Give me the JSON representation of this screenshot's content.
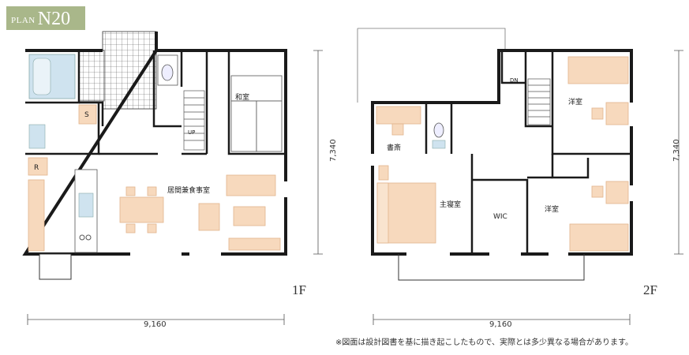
{
  "plan": {
    "prefix": "PLAN",
    "number": "N20"
  },
  "floors": {
    "first": {
      "label": "1F",
      "width_dim": "9,160",
      "depth_dim": "7,340",
      "rooms": {
        "japanese": "和室",
        "living": "居間兼食事室",
        "up": "UP",
        "storage_s": "S",
        "fridge_r": "R"
      }
    },
    "second": {
      "label": "2F",
      "width_dim": "9,160",
      "depth_dim": "7,340",
      "rooms": {
        "study": "書斎",
        "master": "主寝室",
        "wic": "WIC",
        "western_top": "洋室",
        "western_bottom": "洋室",
        "down": "DN"
      }
    }
  },
  "note": "※図面は設計図書を基に描き起こしたもので、実際とは多少異なる場合があります。",
  "colors": {
    "wall": "#1a1a1a",
    "furniture": "#f7d9bd",
    "furniture_stroke": "#e2b48c",
    "fixture": "#cfe3ef",
    "badge": "#a9b78a"
  }
}
